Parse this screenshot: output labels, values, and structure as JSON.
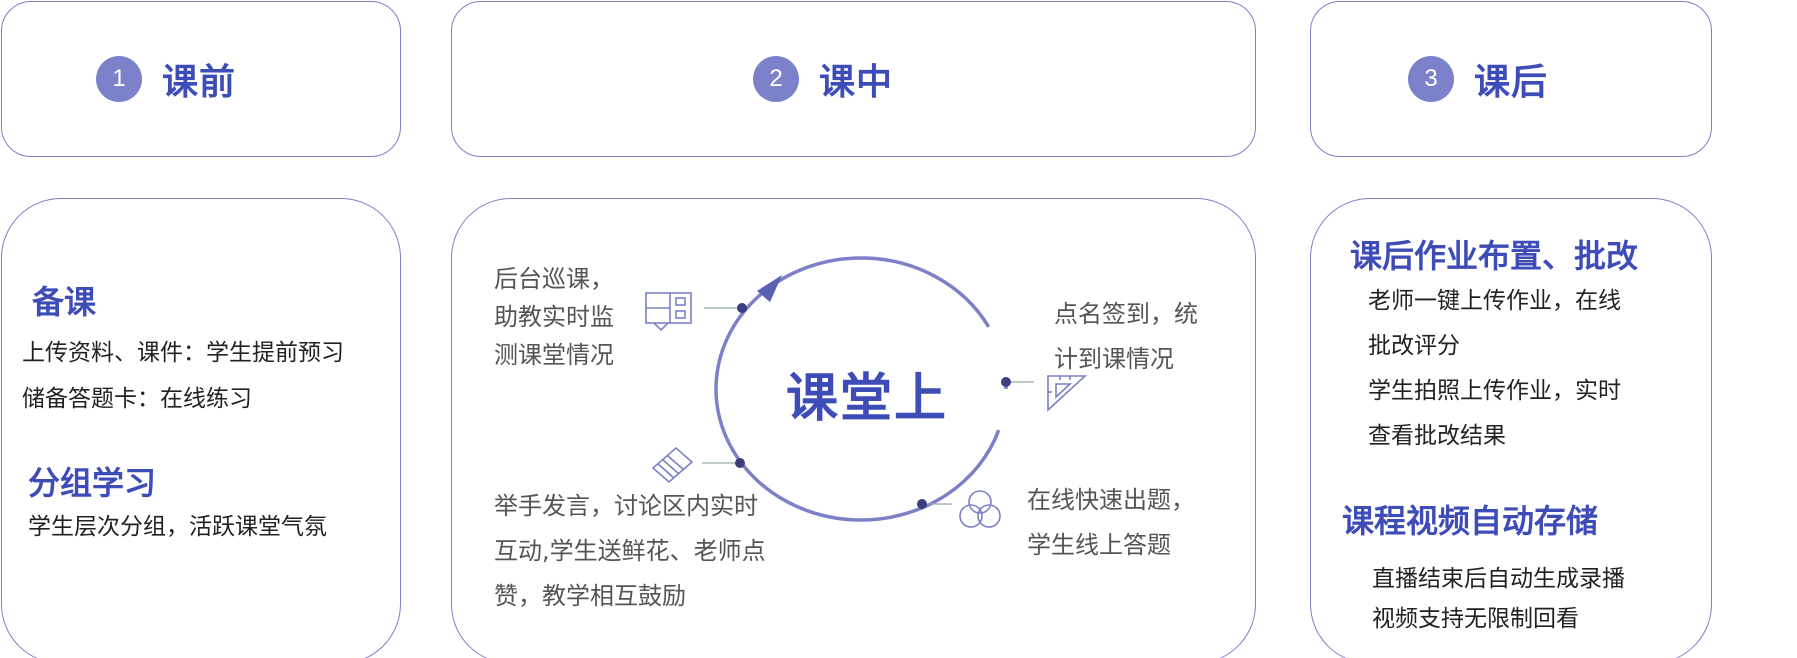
{
  "phases": [
    {
      "num": "1",
      "title": "课前"
    },
    {
      "num": "2",
      "title": "课中"
    },
    {
      "num": "3",
      "title": "课后"
    }
  ],
  "before": {
    "prep_title": "备课",
    "prep_lines": [
      "上传资料、课件：学生提前预习",
      "储备答题卡：在线练习"
    ],
    "group_title": "分组学习",
    "group_lines": [
      "学生层次分组，活跃课堂气氛"
    ]
  },
  "during": {
    "center": "课堂上",
    "patrol": [
      "后台巡课，",
      "助教实时监",
      "测课堂情况"
    ],
    "rollcall": [
      "点名签到，统",
      "计到课情况"
    ],
    "raise_hand": [
      "举手发言，讨论区内实时",
      "互动,学生送鲜花、老师点",
      "赞，教学相互鼓励"
    ],
    "quiz": [
      "在线快速出题，",
      "学生线上答题"
    ]
  },
  "after": {
    "homework_title": "课后作业布置、批改",
    "homework_lines": [
      "老师一键上传作业，在线",
      "批改评分",
      "学生拍照上传作业，实时",
      "查看批改结果"
    ],
    "video_title": "课程视频自动存储",
    "video_lines": [
      "直播结束后自动生成录播",
      "视频支持无限制回看"
    ]
  },
  "colors": {
    "accent": "#3e4cb8",
    "border": "#7c80c6",
    "badge": "#7b82c9"
  }
}
